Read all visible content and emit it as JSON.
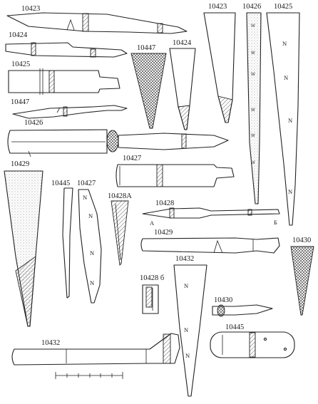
{
  "figure_labels": {
    "knife_10423": "10423",
    "knife_10424": "10424",
    "knife_10425": "10425",
    "knife_10447": "10447",
    "knife_10426": "10426",
    "section_10429": "10429",
    "blade_10423": "10423",
    "blade_10426": "10426",
    "blade_10425": "10425",
    "blade_10447": "10447",
    "blade_10424": "10424",
    "knife_10427": "10427",
    "section_10445": "10445",
    "section_10427": "10427",
    "section_10428A": "10428А",
    "knife_10428": "10428",
    "knife_10429": "10429",
    "blade_10430": "10430",
    "blade_10432": "10432",
    "section_10428b": "10428 б",
    "knife_10430": "10430",
    "knife_10445": "10445",
    "knife_10432": "10432"
  },
  "marks": {
    "n": "N",
    "w": "W",
    "a": "А",
    "b": "Б"
  },
  "colors": {
    "ink": "#222222",
    "paper": "#ffffff"
  }
}
